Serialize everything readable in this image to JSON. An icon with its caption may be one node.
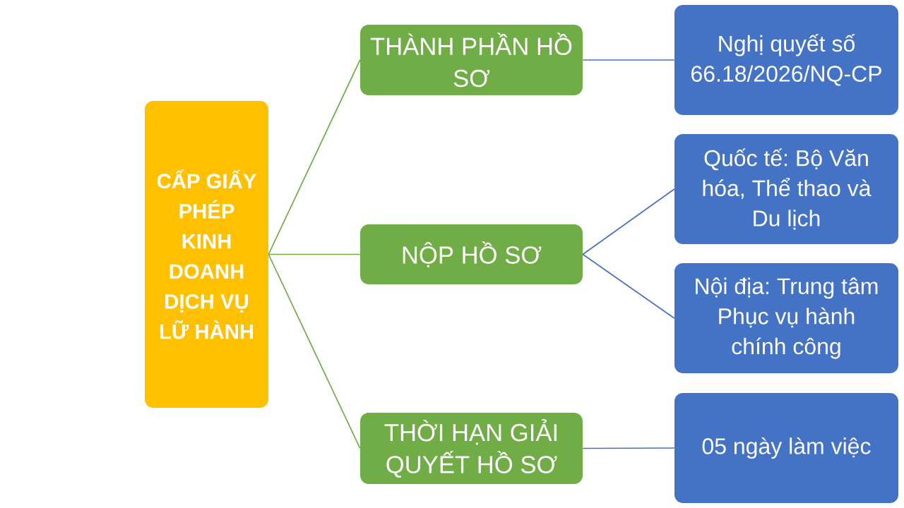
{
  "diagram": {
    "nodes": [
      {
        "text": [
          "CẤP GIẤY PHÉP KINH DOANH DỊCH VỤ LỮ HÀNH"
        ]
      },
      {
        "text": [
          "THÀNH PHẦN HỒ SƠ"
        ]
      },
      {
        "text": [
          "NỘP HỒ SƠ"
        ]
      },
      {
        "text": [
          "THỜI HẠN GIẢI QUYẾT HỒ SƠ"
        ]
      },
      {
        "text": [
          "Nghị quyết số 66.18/2026/NQ-CP"
        ]
      },
      {
        "text": [
          "Quốc tế: Bộ Văn hóa, Thể thao và Du lịch"
        ]
      },
      {
        "text": [
          "Nội địa: Trung tâm Phục vụ hành chính công"
        ]
      },
      {
        "text": [
          "05 ngày làm việc"
        ]
      }
    ],
    "edges": [
      {
        "from": 0,
        "to": 1,
        "arrow": "none",
        "color": "#70ad47"
      },
      {
        "from": 0,
        "to": 2,
        "arrow": "none",
        "color": "#70ad47"
      },
      {
        "from": 0,
        "to": 3,
        "arrow": "none",
        "color": "#70ad47"
      },
      {
        "from": 1,
        "to": 4,
        "arrow": "none"
      },
      {
        "from": 2,
        "to": 5,
        "arrow": "none"
      },
      {
        "from": 2,
        "to": 6,
        "arrow": "none"
      },
      {
        "from": 3,
        "to": 7,
        "arrow": "none"
      }
    ]
  }
}
